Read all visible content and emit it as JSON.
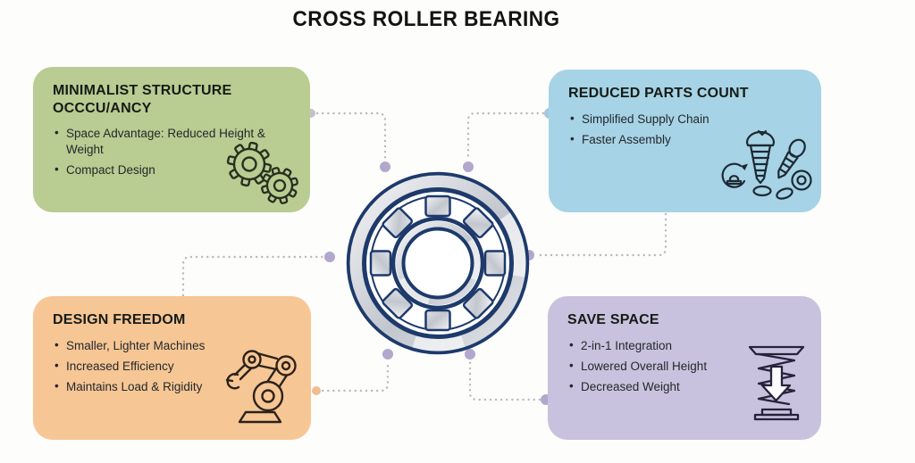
{
  "title": "CROSS ROLLER BEARING",
  "center_illustration": "cross-roller-bearing-illustration",
  "boxes": [
    {
      "id": "minimalist-structure",
      "title": "MINIMALIST STRUCTURE OCCCU/ANCY",
      "bullets": [
        "Space Advantage: Reduced Height & Weight",
        "Compact Design"
      ],
      "color": "#b9cc92",
      "icon": "gears-icon"
    },
    {
      "id": "reduced-parts-count",
      "title": "REDUCED PARTS COUNT",
      "bullets": [
        "Simplified Supply Chain",
        "Faster Assembly"
      ],
      "color": "#a6d3e6",
      "icon": "fasteners-icon"
    },
    {
      "id": "design-freedom",
      "title": "DESIGN FREEDOM",
      "bullets": [
        "Smaller, Lighter Machines",
        "Increased Efficiency",
        "Maintains Load & Rigidity"
      ],
      "color": "#f6c695",
      "icon": "robot-arm-icon"
    },
    {
      "id": "save-space",
      "title": "SAVE SPACE",
      "bullets": [
        "2-in-1 Integration",
        "Lowered Overall Height",
        "Decreased Weight"
      ],
      "color": "#c9c2de",
      "icon": "spring-compression-icon"
    }
  ],
  "colors": {
    "bearing_navy": "#1d3a6b",
    "bearing_metal": "#c9cdd5",
    "connector_dots": "#b6b9c1",
    "node_lavender": "#b2a8cd",
    "background": "#fdfdfc"
  }
}
